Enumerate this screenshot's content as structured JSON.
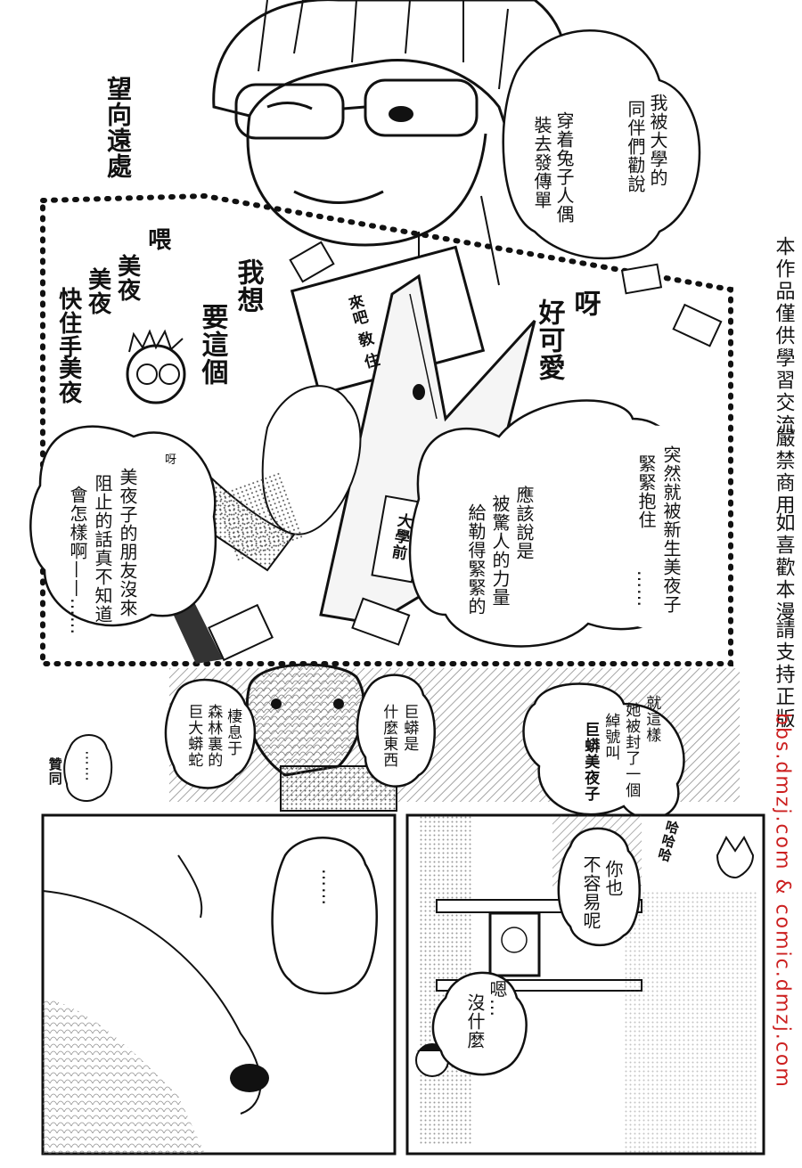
{
  "signature": "望向遠處",
  "panel1": {
    "bubble_left_col1": "穿着兔子人偶",
    "bubble_left_col2": "裝去發傳單",
    "bubble_right_col1": "我被大學的",
    "bubble_right_col2": "同伴們勸說"
  },
  "panel2": {
    "shout_hey": "喂",
    "shout_miya1": "美夜",
    "shout_miya2": "美夜",
    "shout_stop": "快住手",
    "shout_miya3": "美夜",
    "want_col1": "我想",
    "want_col2": "要這個",
    "cute_col1": "呀",
    "cute_col2": "好可愛",
    "sign_text": "來吧 敎 住",
    "flyer_text": "大學前",
    "bubble_mid_col1": "應該說是",
    "bubble_mid_col2": "被驚人的力量",
    "bubble_mid_col3": "給勒得緊緊的",
    "bubble_right_col1": "突然就被新生美夜子",
    "bubble_right_col2": "緊緊抱住",
    "bubble_right_col3": "……",
    "bubble_left_col1": "美夜子的朋友沒來",
    "bubble_left_col2": "阻止的話真不知道",
    "bubble_left_col3": "會怎樣啊——……",
    "sfx_gasp": "呀"
  },
  "panel3": {
    "bubble_right_col1": "就這樣",
    "bubble_right_col2": "她被封了一個",
    "bubble_right_col3": "綽號叫",
    "bubble_right_col4": "巨蟒美夜子",
    "bubble_what_col1": "巨蟒是",
    "bubble_what_col2": "什麼東西",
    "bubble_answer_col1": "棲息于",
    "bubble_answer_col2": "森林裏的",
    "bubble_answer_col3": "巨大蟒蛇",
    "bubble_dots": "……",
    "agree": "贊同"
  },
  "panel4": {
    "bubble_dots": "……"
  },
  "panel5": {
    "sfx_laugh": "哈哈哈",
    "bubble_col1": "你也",
    "bubble_col2": "不容易呢",
    "bubble2_col1": "嗯…",
    "bubble2_col2": "沒什麼"
  },
  "notice": {
    "col1": "本作品僅供學習交流",
    "col2": "嚴禁商用",
    "col3": "如喜歡本漫",
    "col4": "請支持正版",
    "url": "bbs.dmzj.com & comic.dmzj.com"
  },
  "colors": {
    "ink": "#111111",
    "paper": "#ffffff",
    "url_red": "#cc2020"
  }
}
